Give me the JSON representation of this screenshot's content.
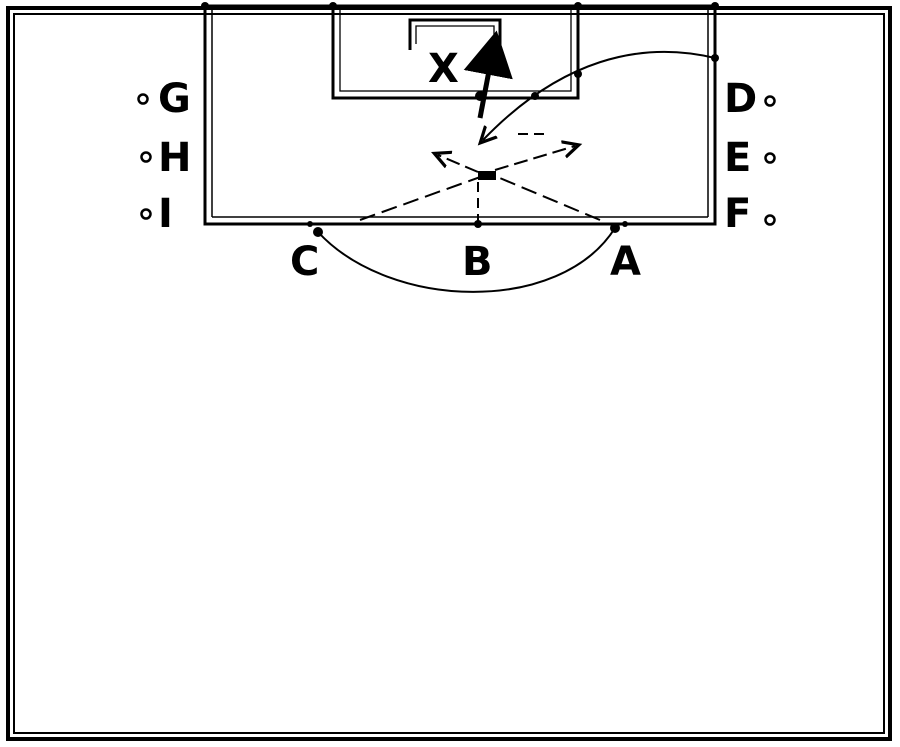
{
  "markers": {
    "a": "A",
    "b": "B",
    "c": "C",
    "d": "D",
    "e": "E",
    "f": "F",
    "g": "G",
    "h": "H",
    "i": "I",
    "x": "X"
  }
}
